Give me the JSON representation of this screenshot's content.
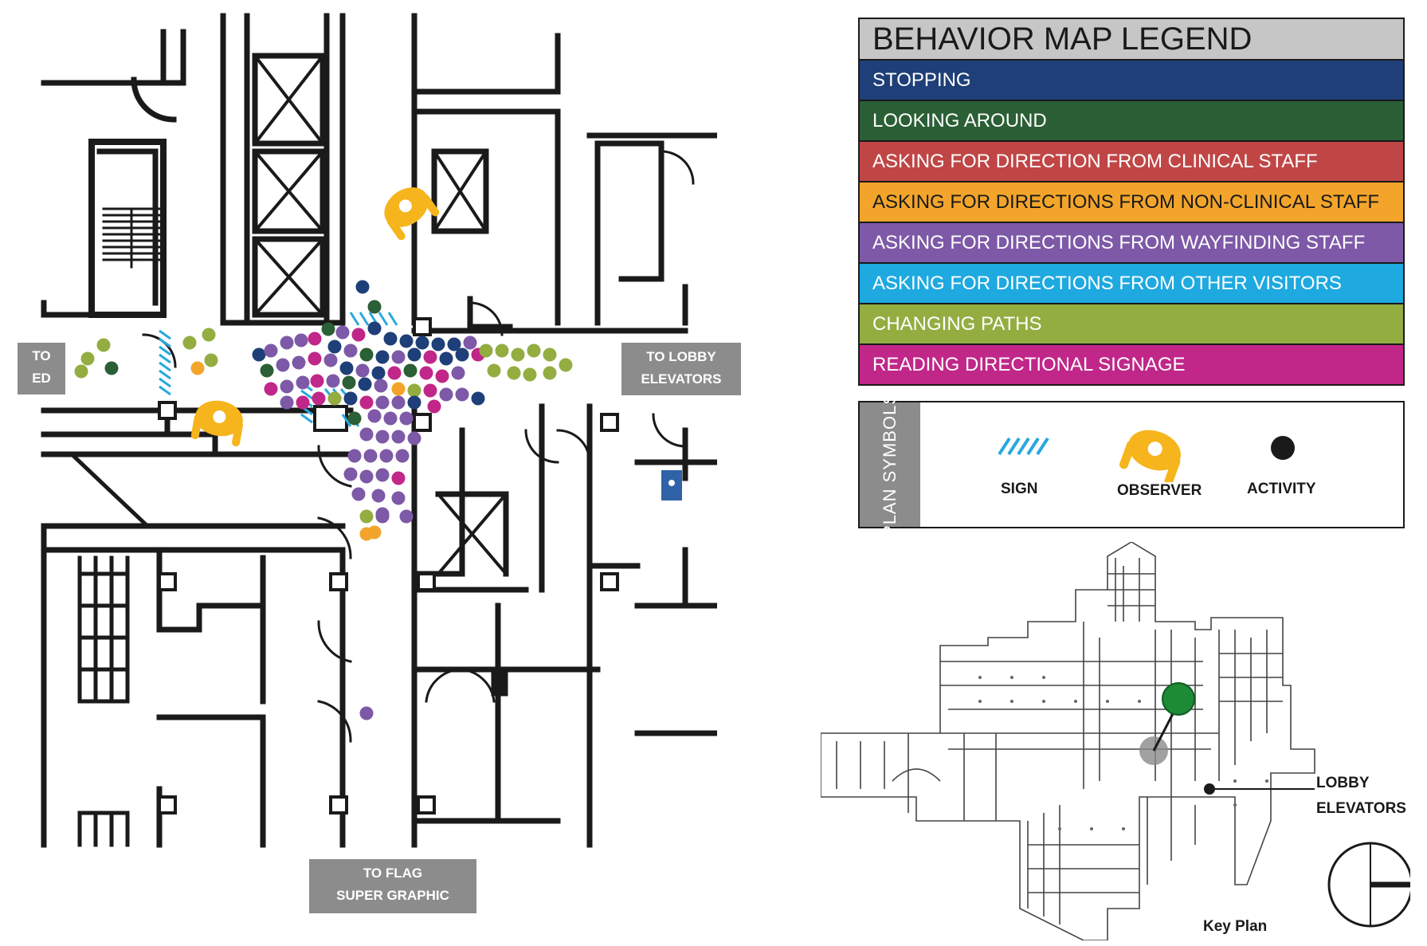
{
  "map_labels": {
    "to_ed": [
      "TO",
      "ED"
    ],
    "to_lobby": [
      "TO LOBBY",
      "ELEVATORS"
    ],
    "to_flag": [
      "TO FLAG",
      "SUPER GRAPHIC"
    ]
  },
  "legend": {
    "title": "BEHAVIOR MAP LEGEND",
    "items": [
      {
        "label": "STOPPING",
        "color": "#1f3f78"
      },
      {
        "label": "LOOKING AROUND",
        "color": "#2b5f35"
      },
      {
        "label": "ASKING FOR DIRECTION FROM CLINICAL STAFF",
        "color": "#c04646"
      },
      {
        "label": "ASKING FOR DIRECTIONS FROM NON-CLINICAL STAFF",
        "color": "#f3a52b"
      },
      {
        "label": "ASKING FOR DIRECTIONS FROM WAYFINDING STAFF",
        "color": "#7d59a7"
      },
      {
        "label": "ASKING FOR DIRECTIONS FROM OTHER VISITORS",
        "color": "#1ea9e0"
      },
      {
        "label": "CHANGING PATHS",
        "color": "#93ad41"
      },
      {
        "label": "READING DIRECTIONAL SIGNAGE",
        "color": "#c02788"
      }
    ]
  },
  "plan_symbols": {
    "header": "PLAN SYMBOLS",
    "sign": "SIGN",
    "observer": "OBSERVER",
    "activity": "ACTIVITY"
  },
  "key_plan": {
    "title": "Key Plan",
    "callout": [
      "LOBBY",
      "ELEVATORS"
    ]
  },
  "colors": {
    "wall": "#1a1a1a",
    "label_bg": "#8c8c8c",
    "observer": "#f6b41d",
    "sign_hatch": "#29a8df",
    "marker_green": "#1d8a36"
  },
  "icons": [
    "observer-icon",
    "sign-icon",
    "activity-dot-icon",
    "north-arrow-icon",
    "location-pin-icon"
  ]
}
